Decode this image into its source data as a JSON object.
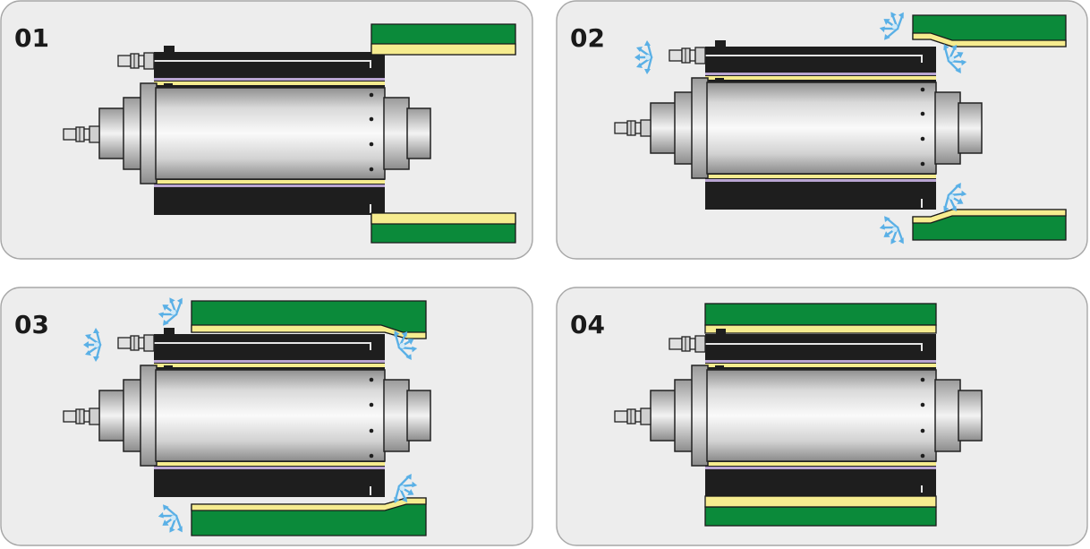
{
  "steps": [
    {
      "label": "01",
      "sleeve_state": "extended",
      "air_jets": false
    },
    {
      "label": "02",
      "sleeve_state": "extended",
      "air_jets": true
    },
    {
      "label": "03",
      "sleeve_state": "sliding",
      "air_jets": true
    },
    {
      "label": "04",
      "sleeve_state": "closed",
      "air_jets": false
    }
  ],
  "colors": {
    "panel_bg": "#ededed",
    "panel_border": "#a7a7a7",
    "housing": "#1e1e1e",
    "sleeve_green": "#0b8a3a",
    "sleeve_yellow": "#f6ec8f",
    "liner_purple": "#b9a5d2",
    "air_blue": "#5ab0e6",
    "metal_light": "#f4f4f4",
    "metal_dark": "#7a7a7a"
  },
  "icons": {
    "air_jet": "air-jet-icon",
    "fitting": "air-fitting-icon"
  }
}
